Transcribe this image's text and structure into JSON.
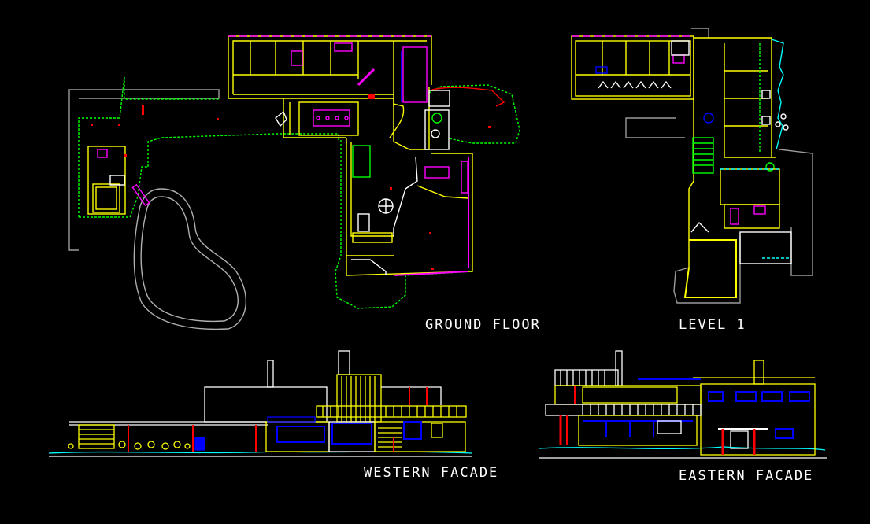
{
  "labels": {
    "ground_floor": "GROUND FLOOR",
    "level_1": "LEVEL 1",
    "western_facade": "WESTERN FACADE",
    "eastern_facade": "EASTERN FACADE"
  },
  "colors": {
    "background": "#000000",
    "wall": "#ffff00",
    "furniture": "#ff00ff",
    "grid": "#00ff00",
    "column": "#ff0000",
    "window": "#0000ff",
    "outline": "#ffffff",
    "curve": "#b0b0b0",
    "glazing": "#00ffff",
    "label": "#ffffff"
  }
}
